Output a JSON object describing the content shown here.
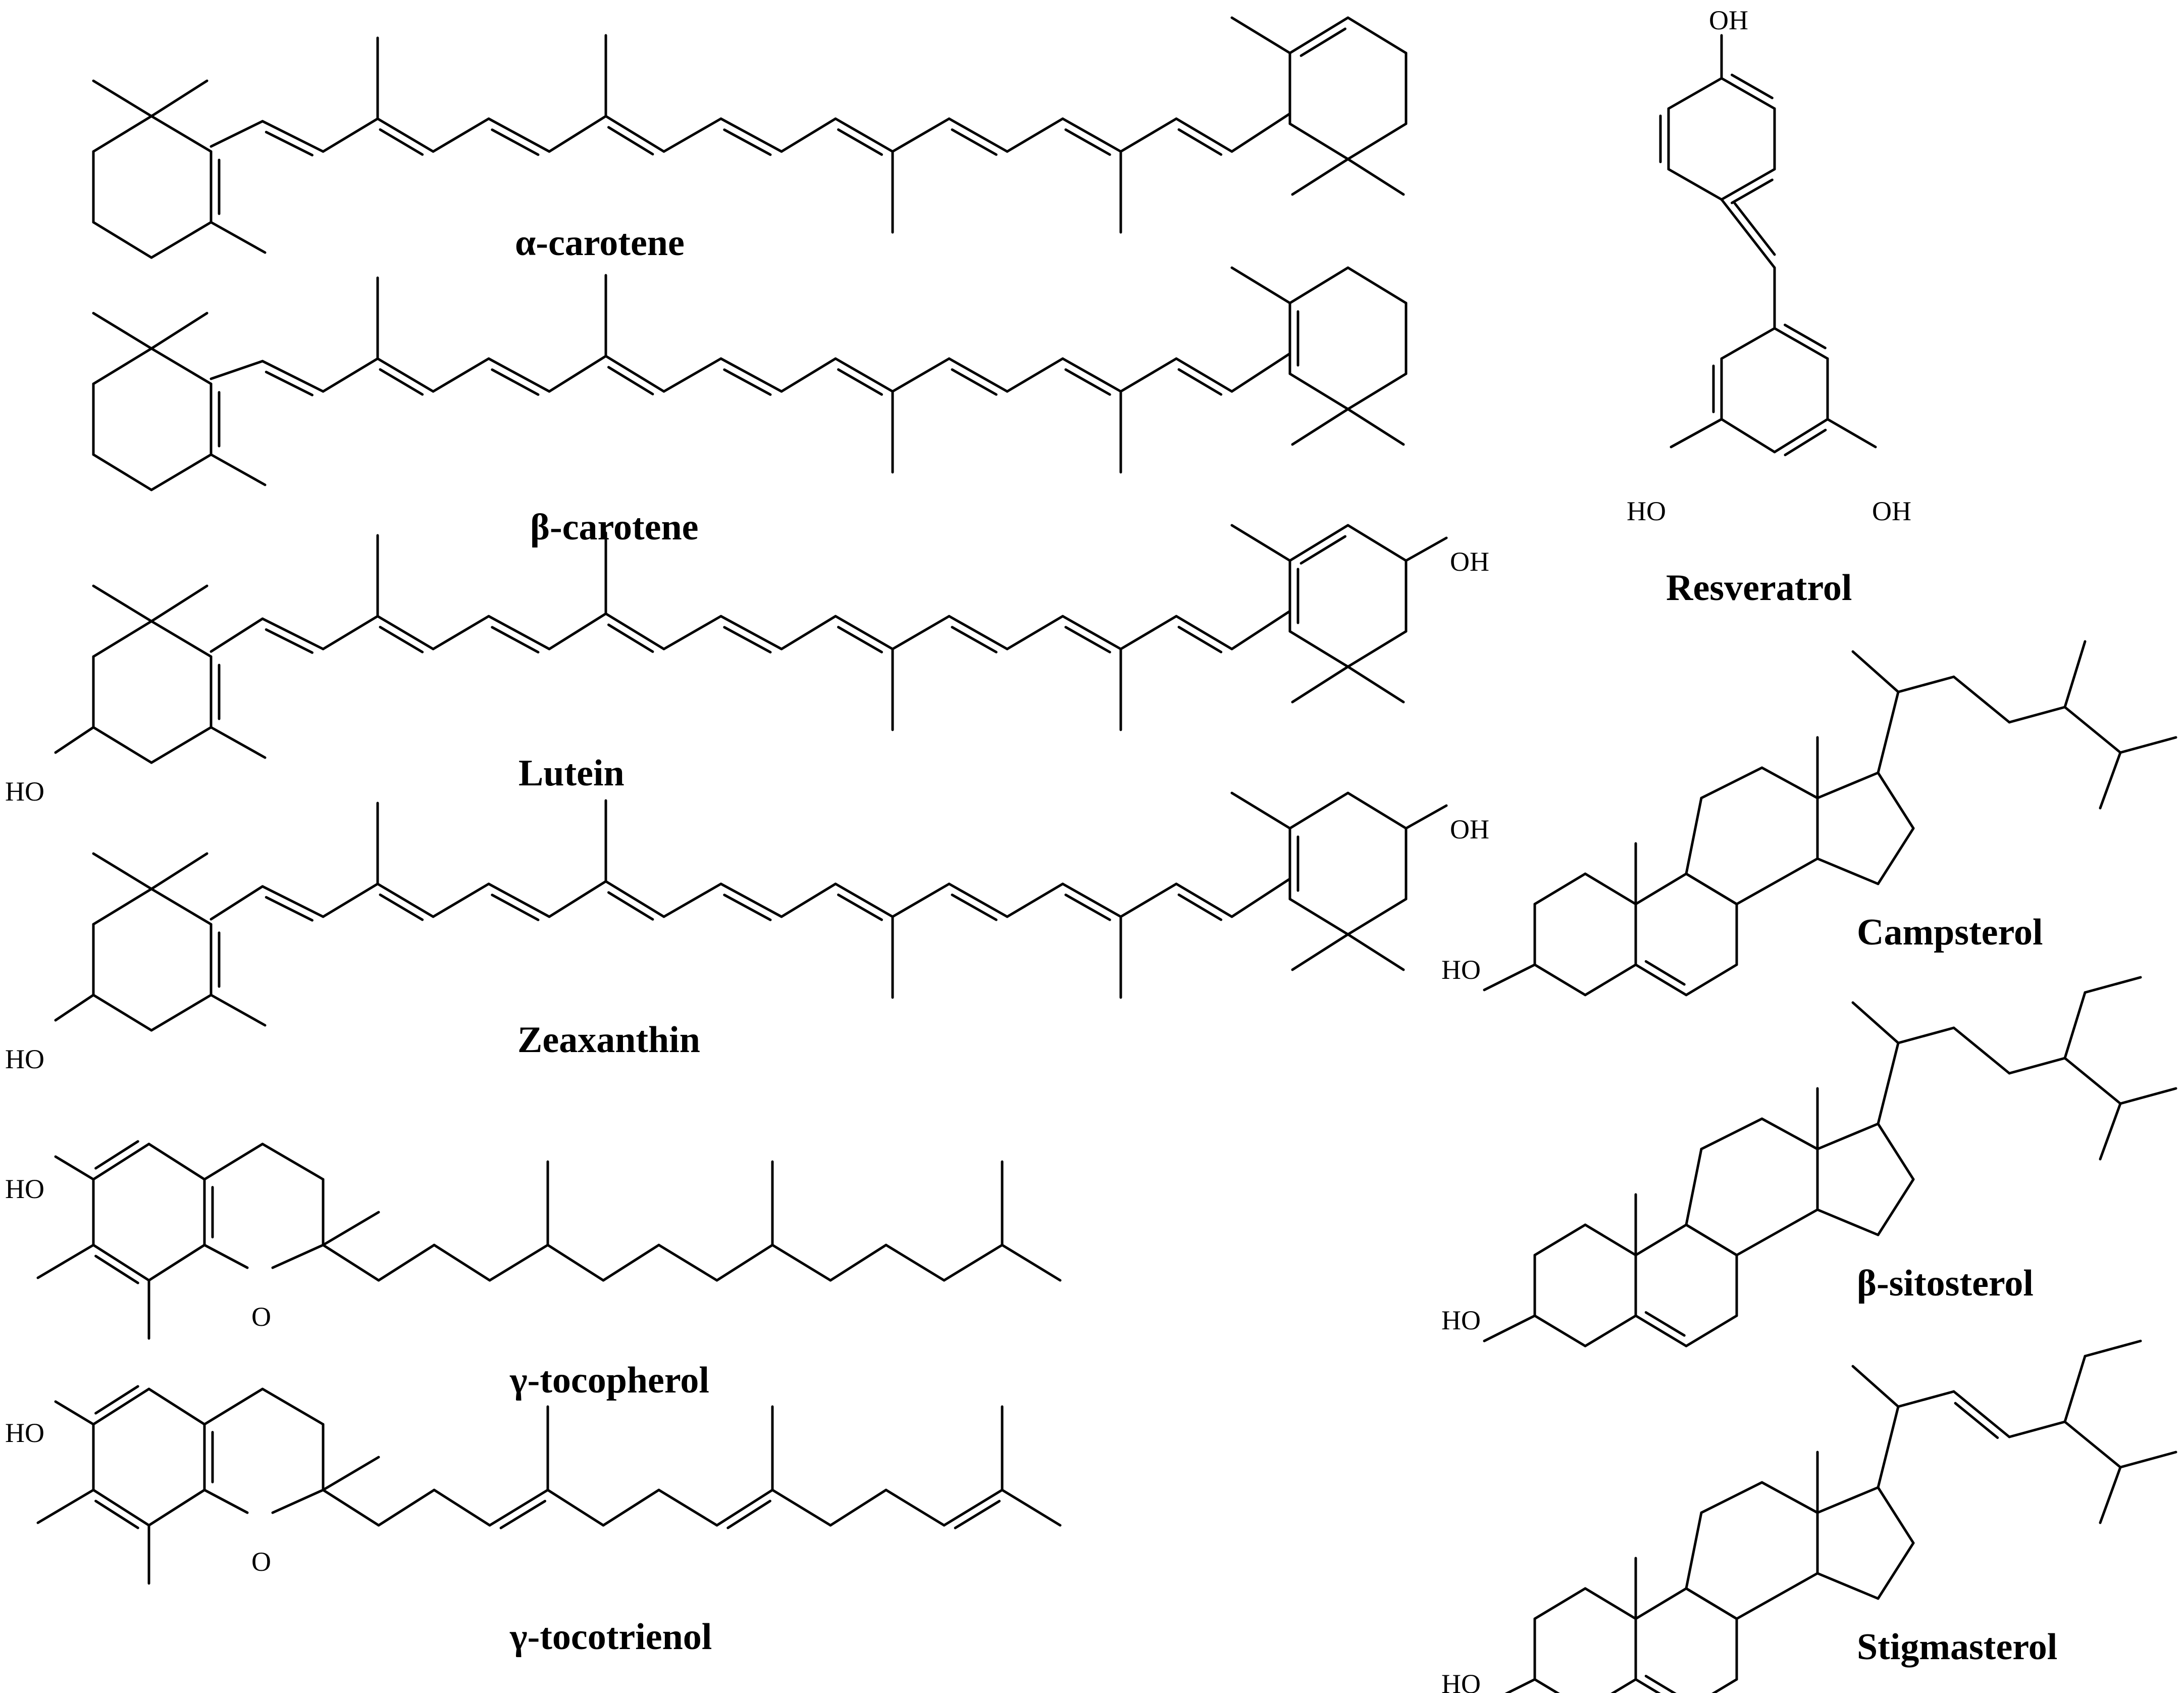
{
  "figure": {
    "structures": [
      {
        "id": "alpha-carotene",
        "label": "α-carotene"
      },
      {
        "id": "beta-carotene",
        "label": "β-carotene"
      },
      {
        "id": "lutein",
        "label": "Lutein"
      },
      {
        "id": "zeaxanthin",
        "label": "Zeaxanthin"
      },
      {
        "id": "gamma-tocopherol",
        "label": "γ-tocopherol"
      },
      {
        "id": "gamma-tocotrienol",
        "label": "γ-tocotrienol"
      },
      {
        "id": "resveratrol",
        "label": "Resveratrol"
      },
      {
        "id": "campesterol",
        "label": "Campsterol"
      },
      {
        "id": "beta-sitosterol",
        "label": "β-sitosterol"
      },
      {
        "id": "stigmasterol",
        "label": "Stigmasterol"
      }
    ],
    "atom_labels": {
      "oh": "OH",
      "ho": "HO",
      "o": "O"
    }
  }
}
